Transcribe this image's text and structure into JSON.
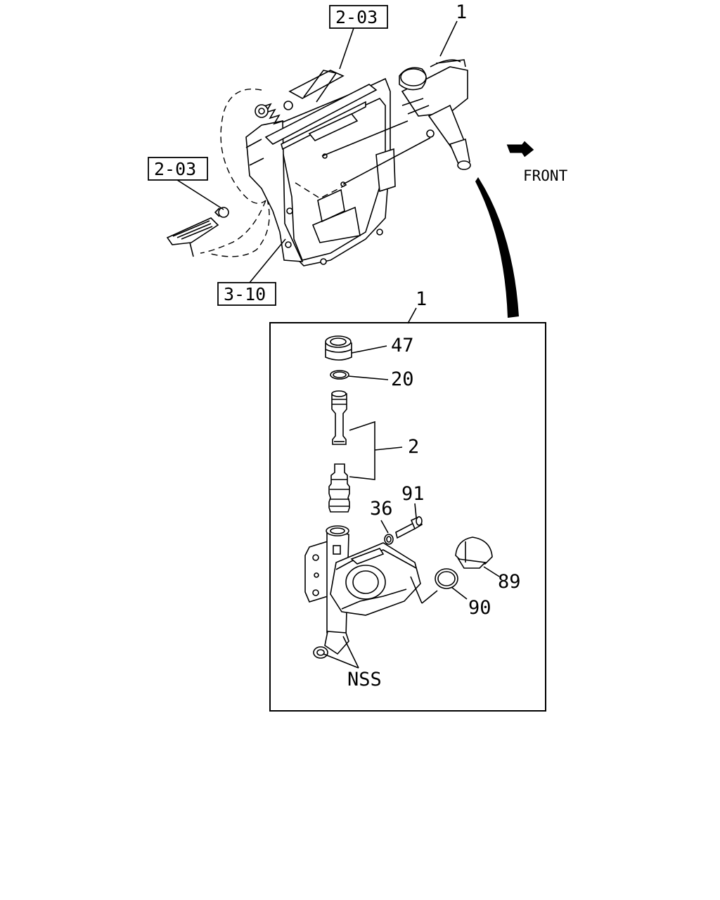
{
  "references": {
    "top": "2-03",
    "left": "2-03",
    "bottom": "3-10"
  },
  "callouts": {
    "assembly_top": "1",
    "assembly_detail": "1",
    "cap": "47",
    "snap_ring": "20",
    "piston_kit": "2",
    "washer": "36",
    "bolt": "91",
    "reservoir_cap": "89",
    "seal_ring": "90",
    "nss": "NSS"
  },
  "direction": {
    "label": "FRONT"
  },
  "icons": {
    "direction": "front-arrow-icon"
  }
}
